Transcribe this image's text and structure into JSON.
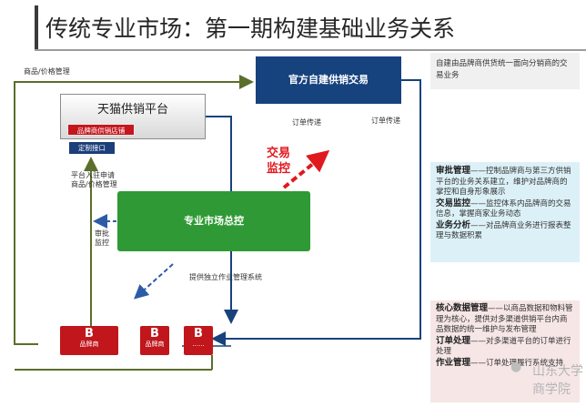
{
  "title": "传统专业市场：第一期构建基础业务关系",
  "labels": {
    "goods_price_mgmt_top": "商品/价格管理",
    "platform_join": "平台入驻申请",
    "goods_price_mgmt_mid": "商品/价格管理",
    "audit": "审批",
    "monitor_small": "监控",
    "order_pass_1": "订单传递",
    "order_pass_2": "订单传递",
    "provide_system": "提供独立作业管理系统"
  },
  "tmall": {
    "title": "天猫供销平台",
    "badge": "品牌商供销店铺",
    "interface": "定制接口"
  },
  "official": "官方自建供销交易",
  "core": "专业市场总控",
  "trade_monitor": [
    "交易",
    "监控"
  ],
  "b_boxes": [
    {
      "b": "B",
      "sub": "品牌商"
    },
    {
      "b": "B",
      "sub": "品牌商"
    },
    {
      "b": "B",
      "sub": "......"
    }
  ],
  "info_top": "自建由品牌商供货统一面向分销商的交易业务",
  "info_mid": [
    {
      "head": "审批管理",
      "text": "——控制品牌商与第三方供销平台的业务关系建立，维护对品牌商的掌控和自身形象展示"
    },
    {
      "head": "交易监控",
      "text": "——监控体系内品牌商的交易信息，掌握商家业务动态"
    },
    {
      "head": "业务分析",
      "text": "——对品牌商业务进行报表整理与数据积累"
    }
  ],
  "info_bot": [
    {
      "head": "核心数据管理",
      "text": "——以商品数据和物料管理为核心，提供对多渠道供销平台内商品数据的统一维护与发布管理"
    },
    {
      "head": "订单处理",
      "text": "——对多渠道平台的订单进行处理"
    },
    {
      "head": "作业管理",
      "text": "——订单处理履行系统支持"
    }
  ],
  "watermark": "山东大学商学院",
  "colors": {
    "navy": "#16427e",
    "red": "#c0161c",
    "green": "#2f9a35",
    "olive": "#5b6e2b",
    "blue_dash": "#2d5ba8"
  }
}
